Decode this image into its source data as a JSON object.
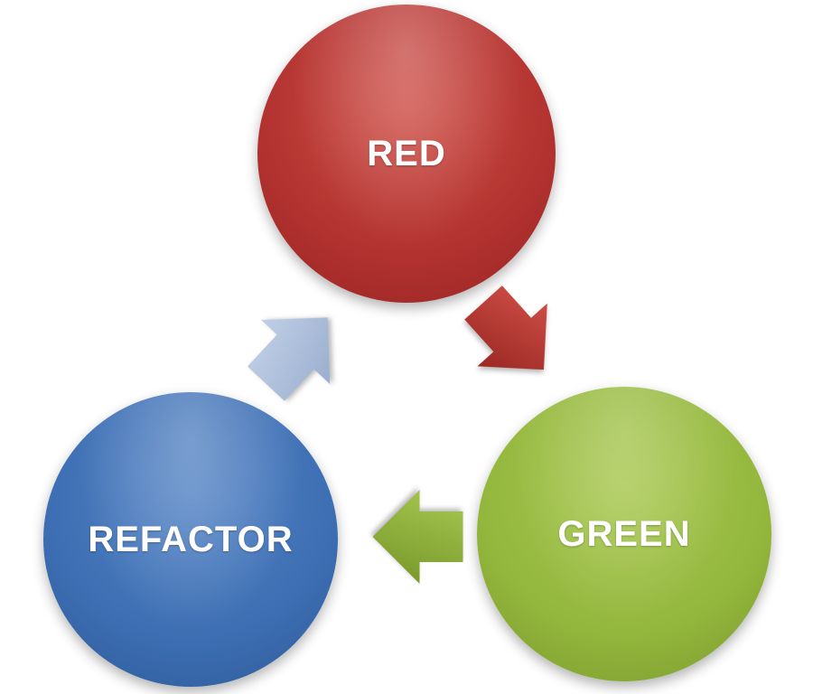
{
  "diagram": {
    "type": "cycle",
    "nodes": [
      {
        "id": "red",
        "label": "RED",
        "color": "#b23230"
      },
      {
        "id": "green",
        "label": "GREEN",
        "color": "#93b63c"
      },
      {
        "id": "refactor",
        "label": "REFACTOR",
        "color": "#3d6eb3"
      }
    ],
    "arrows": [
      {
        "id": "red-to-green",
        "from": "red",
        "to": "green",
        "direction": "down-right",
        "color": "#bf382f"
      },
      {
        "id": "green-to-refactor",
        "from": "green",
        "to": "refactor",
        "direction": "left",
        "color": "#93b63c"
      },
      {
        "id": "refactor-to-red",
        "from": "refactor",
        "to": "red",
        "direction": "up-right",
        "color": "#b3c4de"
      }
    ]
  }
}
